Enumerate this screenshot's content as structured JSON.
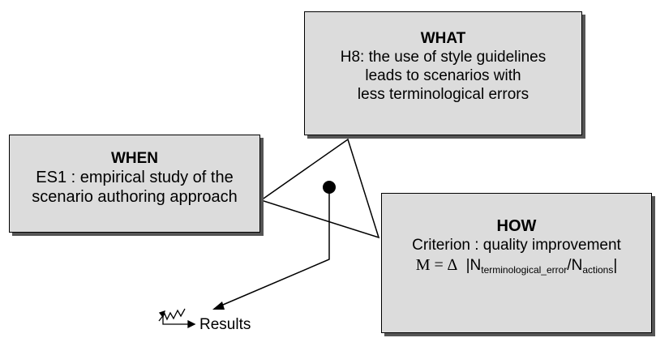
{
  "what": {
    "title": "WHAT",
    "lines": [
      "H8: the use of style guidelines",
      "leads to scenarios with",
      "less terminological errors"
    ]
  },
  "when": {
    "title": "WHEN",
    "lines": [
      "ES1 : empirical study of the",
      "scenario authoring approach"
    ]
  },
  "how": {
    "title": "HOW",
    "criterion": "Criterion : quality improvement",
    "metric": {
      "prefix": "M = ∆",
      "numerator_base": "N",
      "numerator_sub": "terminological_error",
      "denominator_base": "N",
      "denominator_sub": "actions"
    }
  },
  "results": {
    "label": "Results",
    "icon": "results-icon"
  },
  "colors": {
    "box_fill": "#dcdcdc",
    "shadow": "#555555",
    "stroke": "#000000"
  }
}
